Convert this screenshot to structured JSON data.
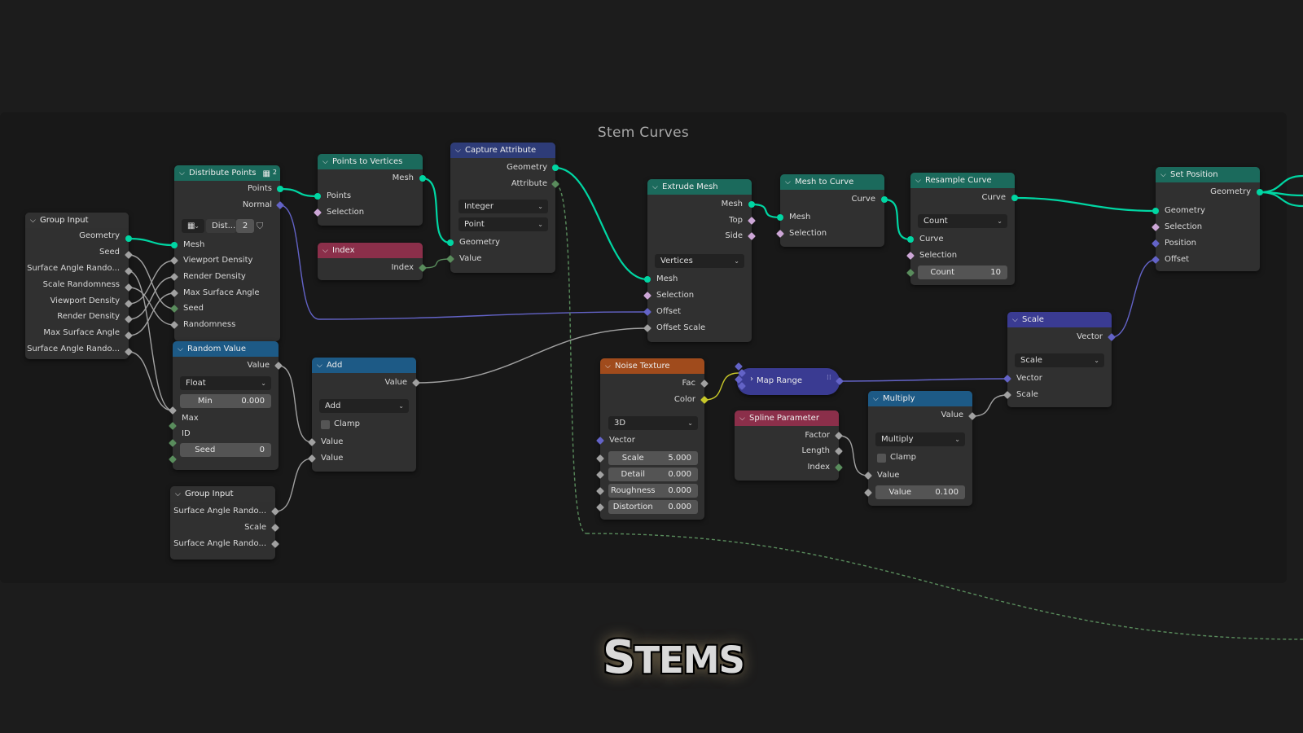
{
  "frame_title": "Stem Curves",
  "logo": {
    "first": "S",
    "rest": "TEMS"
  },
  "colors": {
    "geometry_socket": "#00d6a3",
    "vector_socket": "#6363c7",
    "float_socket": "#a1a1a1",
    "int_socket": "#598c5c",
    "bool_socket": "#cca6d6",
    "color_socket": "#c7c729"
  },
  "nodes": {
    "group_input_1": {
      "title": "Group Input",
      "outputs": [
        "Geometry",
        "Seed",
        "Surface Angle Rando...",
        "Scale Randomness",
        "Viewport Density",
        "Render Density",
        "Max Surface Angle",
        "Surface Angle Rando..."
      ]
    },
    "distribute_points": {
      "title": "Distribute Points",
      "badge": "2",
      "outputs": [
        "Points",
        "Normal"
      ],
      "mode": "Dist...",
      "mode_count": "2",
      "inputs": [
        "Mesh",
        "Viewport Density",
        "Render Density",
        "Max Surface Angle",
        "Seed",
        "Randomness"
      ]
    },
    "random_value": {
      "title": "Random Value",
      "output": "Value",
      "type": "Float",
      "min_label": "Min",
      "min_value": "0.000",
      "inputs": [
        "Max",
        "ID"
      ],
      "seed_label": "Seed",
      "seed_value": "0"
    },
    "group_input_2": {
      "title": "Group Input",
      "outputs": [
        "Surface Angle Rando...",
        "Scale",
        "Surface Angle Rando..."
      ]
    },
    "points_to_vertices": {
      "title": "Points to Vertices",
      "output": "Mesh",
      "inputs": [
        "Points",
        "Selection"
      ]
    },
    "index": {
      "title": "Index",
      "output": "Index"
    },
    "add": {
      "title": "Add",
      "output": "Value",
      "operation": "Add",
      "clamp": "Clamp",
      "inputs": [
        "Value",
        "Value"
      ]
    },
    "capture_attribute": {
      "title": "Capture Attribute",
      "outputs": [
        "Geometry",
        "Attribute"
      ],
      "type": "Integer",
      "domain": "Point",
      "inputs": [
        "Geometry",
        "Value"
      ]
    },
    "extrude_mesh": {
      "title": "Extrude Mesh",
      "outputs": [
        "Mesh",
        "Top",
        "Side"
      ],
      "mode": "Vertices",
      "inputs": [
        "Mesh",
        "Selection",
        "Offset",
        "Offset Scale"
      ]
    },
    "noise_texture": {
      "title": "Noise Texture",
      "outputs": [
        "Fac",
        "Color"
      ],
      "dimensions": "3D",
      "vector": "Vector",
      "fields": [
        {
          "label": "Scale",
          "value": "5.000"
        },
        {
          "label": "Detail",
          "value": "0.000"
        },
        {
          "label": "Roughness",
          "value": "0.000"
        },
        {
          "label": "Distortion",
          "value": "0.000"
        }
      ]
    },
    "map_range": {
      "title": "Map Range"
    },
    "spline_parameter": {
      "title": "Spline Parameter",
      "outputs": [
        "Factor",
        "Length",
        "Index"
      ]
    },
    "mesh_to_curve": {
      "title": "Mesh to Curve",
      "output": "Curve",
      "inputs": [
        "Mesh",
        "Selection"
      ]
    },
    "multiply": {
      "title": "Multiply",
      "output": "Value",
      "operation": "Multiply",
      "clamp": "Clamp",
      "input": "Value",
      "value_label": "Value",
      "value": "0.100"
    },
    "resample_curve": {
      "title": "Resample Curve",
      "output": "Curve",
      "mode": "Count",
      "inputs": [
        "Curve",
        "Selection"
      ],
      "count_label": "Count",
      "count_value": "10"
    },
    "scale": {
      "title": "Scale",
      "output": "Vector",
      "operation": "Scale",
      "inputs": [
        "Vector",
        "Scale"
      ]
    },
    "set_position": {
      "title": "Set Position",
      "output": "Geometry",
      "inputs": [
        "Geometry",
        "Selection",
        "Position",
        "Offset"
      ]
    }
  }
}
